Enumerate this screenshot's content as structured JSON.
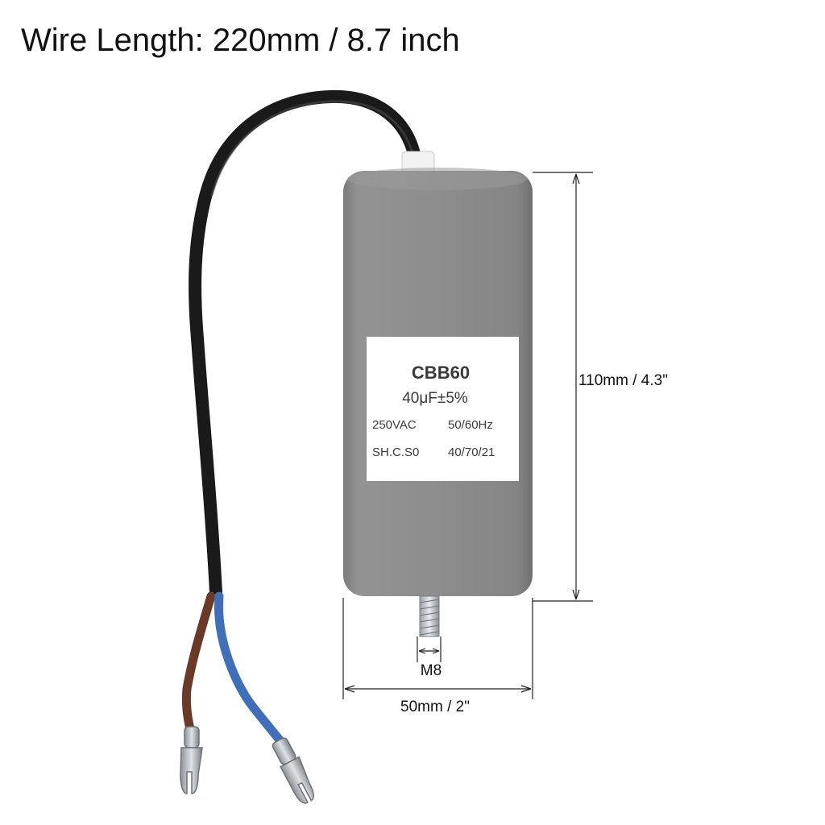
{
  "title": "Wire Length: 220mm / 8.7 inch",
  "label": {
    "model": "CBB60",
    "capacitance": "40μF±5%",
    "voltage": "250VAC",
    "frequency": "50/60Hz",
    "code": "SH.C.S0",
    "rating": "40/70/21"
  },
  "dimensions": {
    "height": "110mm / 4.3\"",
    "width": "50mm / 2\"",
    "thread": "M8"
  },
  "colors": {
    "body": "#8e8e8e",
    "wire_sheath": "#1a1a1a",
    "wire_blue": "#3f6fb8",
    "wire_brown": "#6b3a26"
  }
}
